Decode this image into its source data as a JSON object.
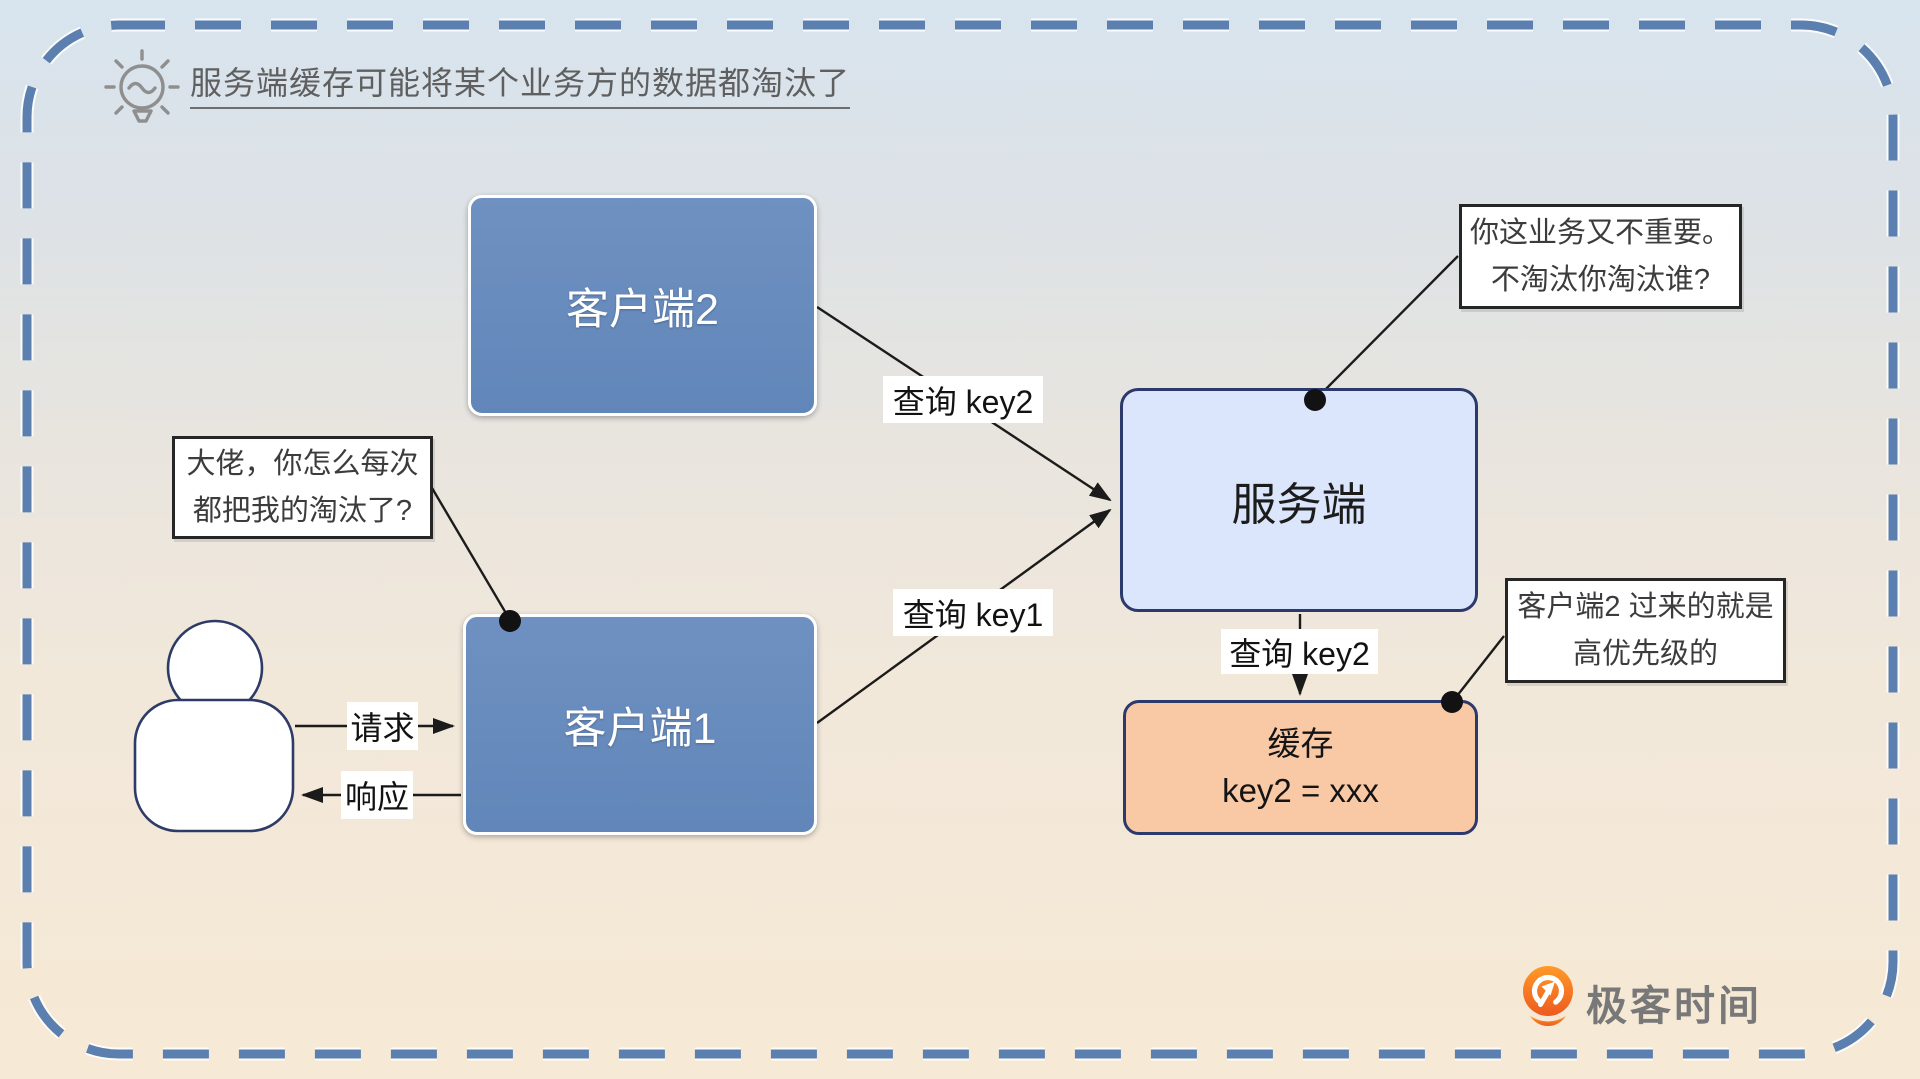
{
  "background": {
    "top_color": "#d8e4ee",
    "bottom_color": "#f6e9d5",
    "dashed_border_color": "#5b7fae"
  },
  "title": {
    "icon": "lightbulb-icon",
    "text": "服务端缓存可能将某个业务方的数据都淘汰了"
  },
  "nodes": {
    "client2": {
      "label": "客户端2",
      "fill": "#6589bb"
    },
    "client1": {
      "label": "客户端1",
      "fill": "#6589bb"
    },
    "server": {
      "label": "服务端",
      "fill": "#dbe5fb"
    },
    "cache": {
      "line1": "缓存",
      "line2": "key2 = xxx",
      "fill": "#f9c9a6"
    }
  },
  "edge_labels": {
    "query_key2_top": "查询 key2",
    "query_key1": "查询 key1",
    "query_key2_bottom": "查询 key2",
    "request": "请求",
    "response": "响应"
  },
  "callouts": {
    "client1_complaint": {
      "line1": "大佬，你怎么每次",
      "line2": "都把我的淘汰了?"
    },
    "server_reply": {
      "line1": "你这业务又不重要。",
      "line2": "不淘汰你淘汰谁?"
    },
    "cache_note": {
      "line1": "客户端2 过来的就是",
      "line2": "高优先级的"
    }
  },
  "logo": {
    "icon": "geektime-logo-icon",
    "text": "极客时间"
  }
}
